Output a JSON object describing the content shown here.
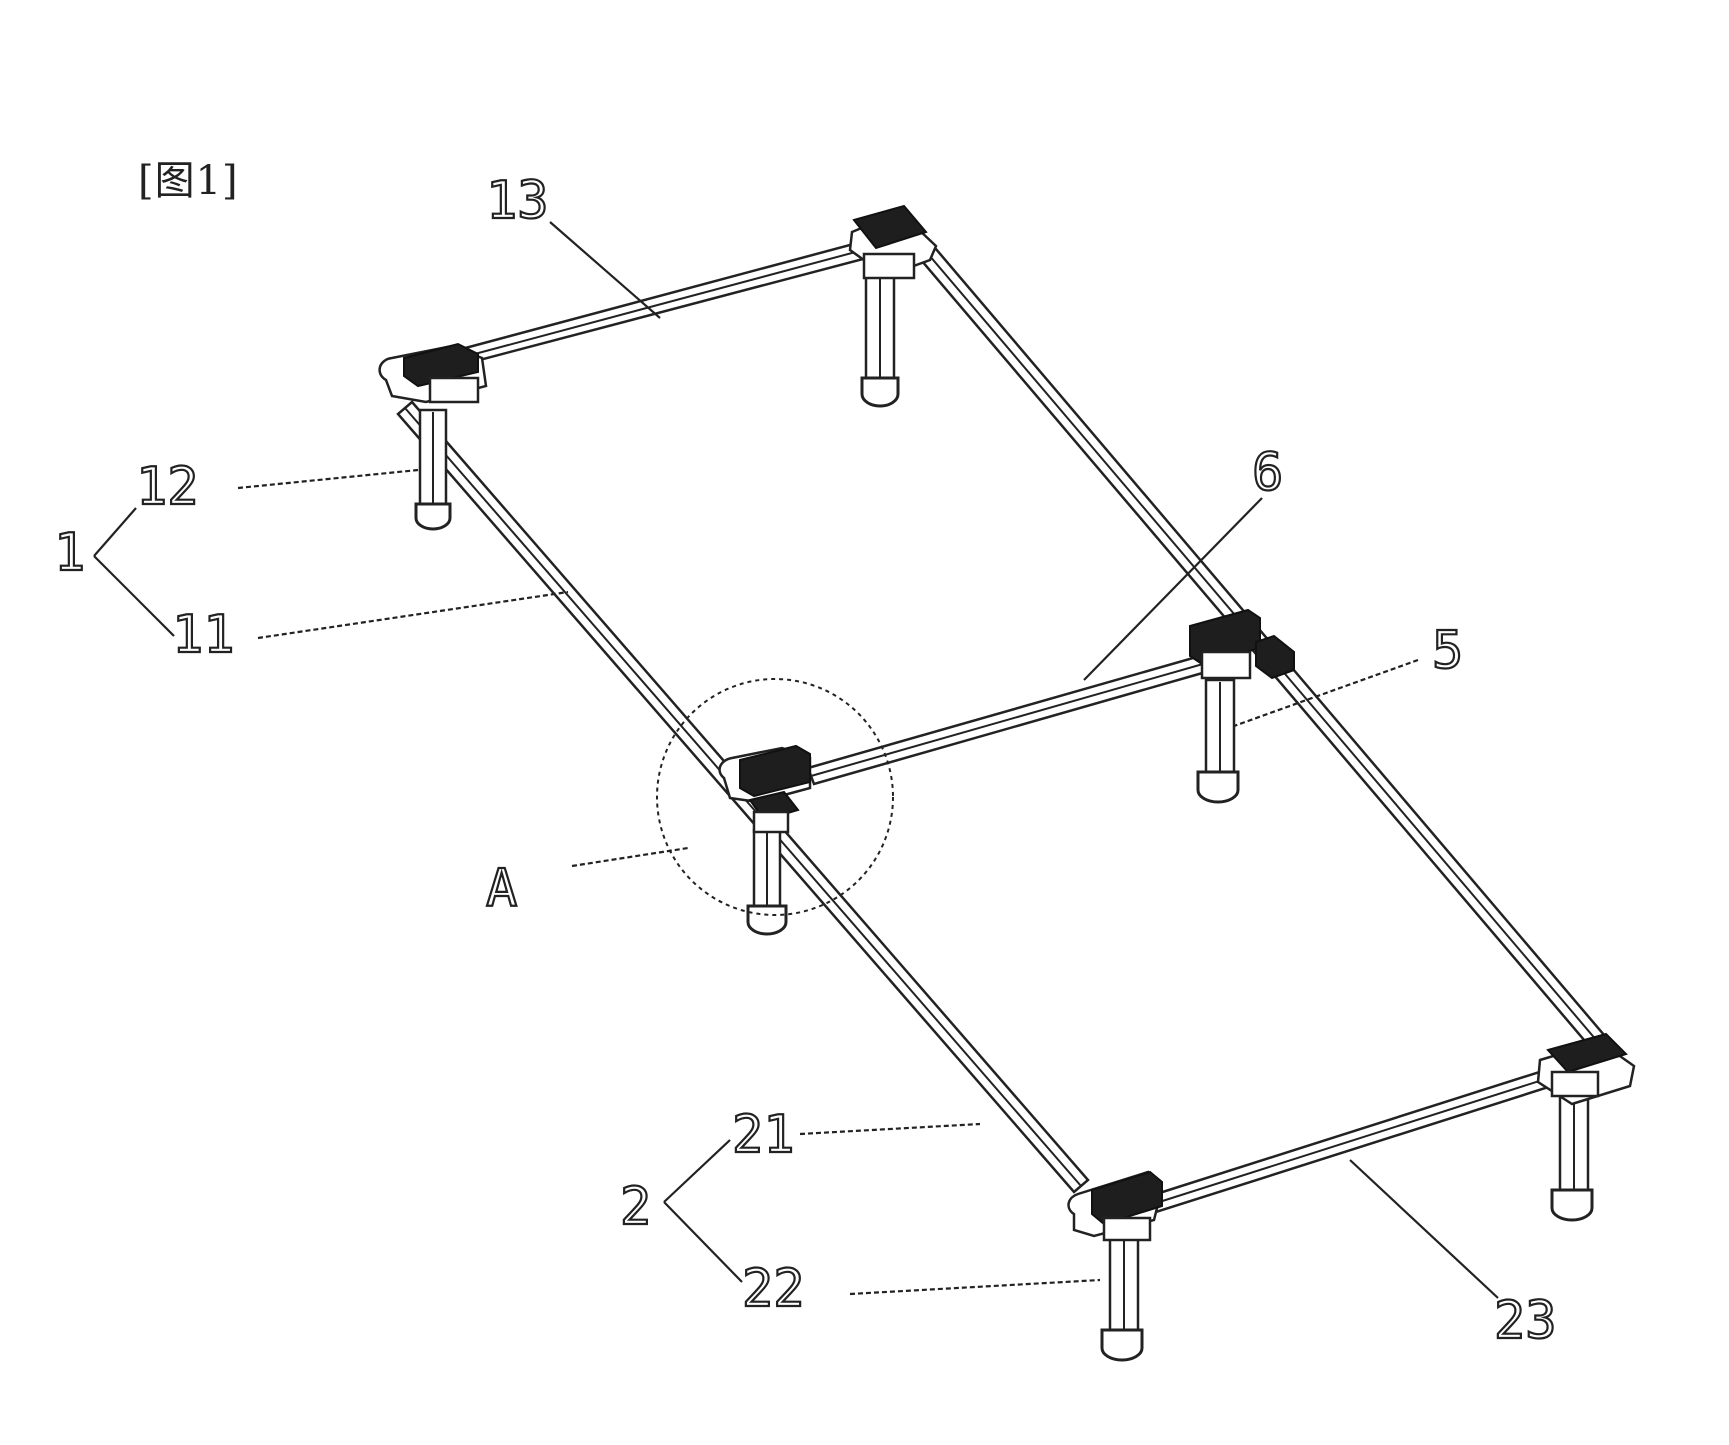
{
  "figure": {
    "title": "[图1]"
  },
  "labels": {
    "l1": "1",
    "l2": "2",
    "l5": "5",
    "l6": "6",
    "l11": "11",
    "l12": "12",
    "l13": "13",
    "l21": "21",
    "l22": "22",
    "l23": "23",
    "lA": "A"
  }
}
